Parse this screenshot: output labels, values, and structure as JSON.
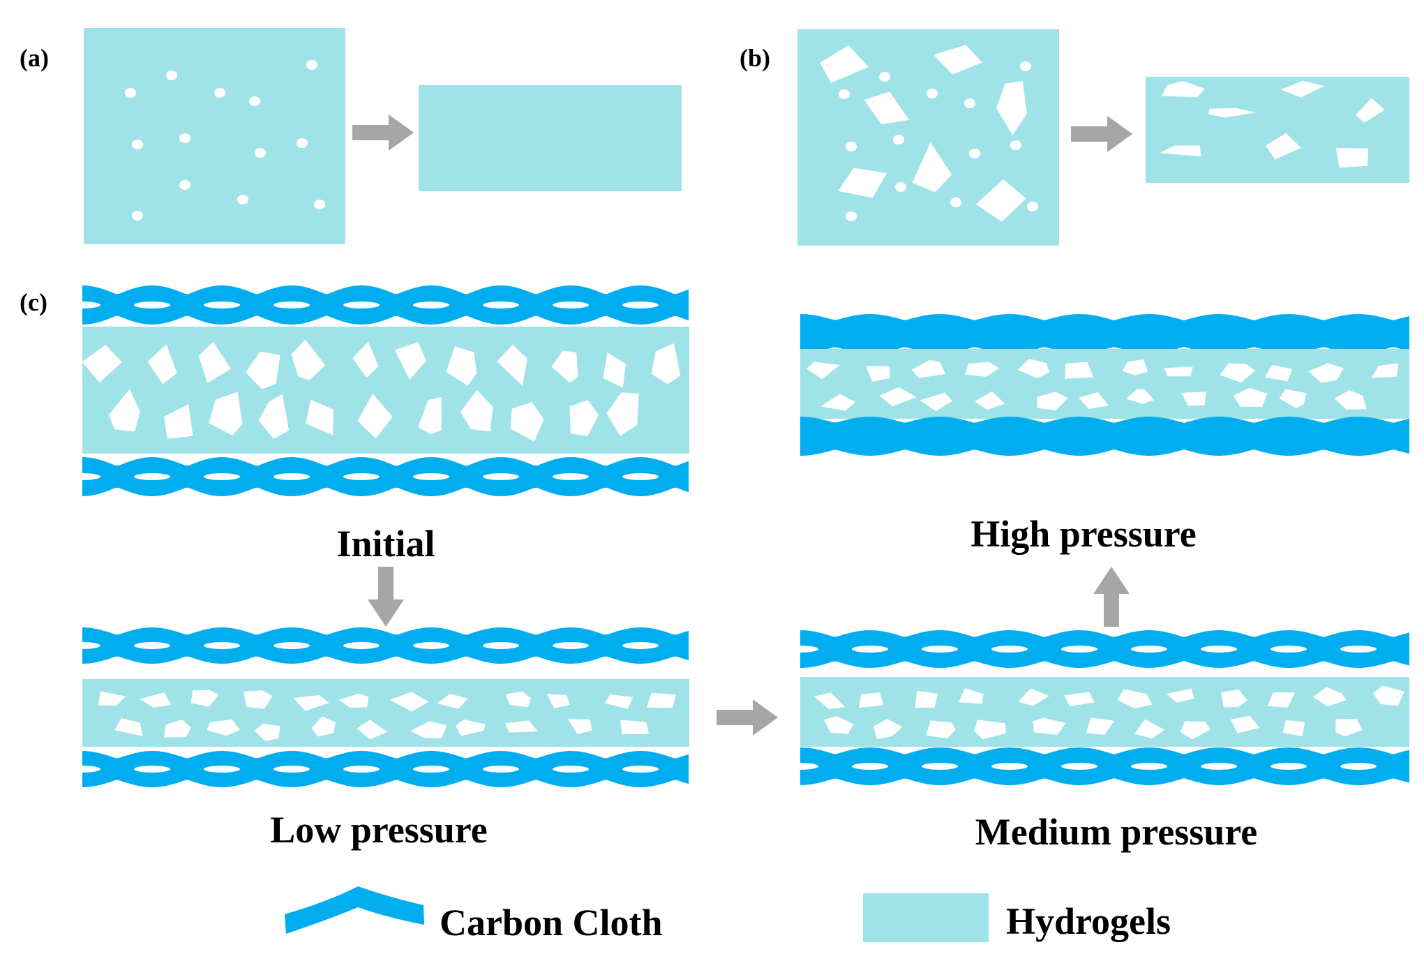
{
  "panels": {
    "a": {
      "label": "(a)"
    },
    "b": {
      "label": "(b)"
    },
    "c": {
      "label": "(c)"
    }
  },
  "states": {
    "initial": "Initial",
    "low": "Low pressure",
    "medium": "Medium pressure",
    "high": "High pressure"
  },
  "legend": {
    "carbon_cloth": "Carbon Cloth",
    "hydrogels": "Hydrogels"
  },
  "colors": {
    "hydrogel": "#9fe3e8",
    "carbon_cloth": "#00adef",
    "arrow": "#a6a6a6",
    "pore": "#ffffff"
  }
}
